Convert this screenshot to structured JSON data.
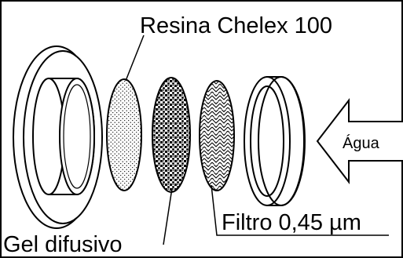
{
  "labels": {
    "resin": "Resina Chelex 100",
    "gel": "Gel difusivo",
    "filter": "Filtro 0,45 µm",
    "water": "Água"
  },
  "colors": {
    "ink": "#000000",
    "paper": "#ffffff"
  },
  "components": [
    "base-cap",
    "resin-disc",
    "diffusive-gel-disc",
    "membrane-filter-disc",
    "retaining-ring",
    "water-flow-arrow"
  ]
}
